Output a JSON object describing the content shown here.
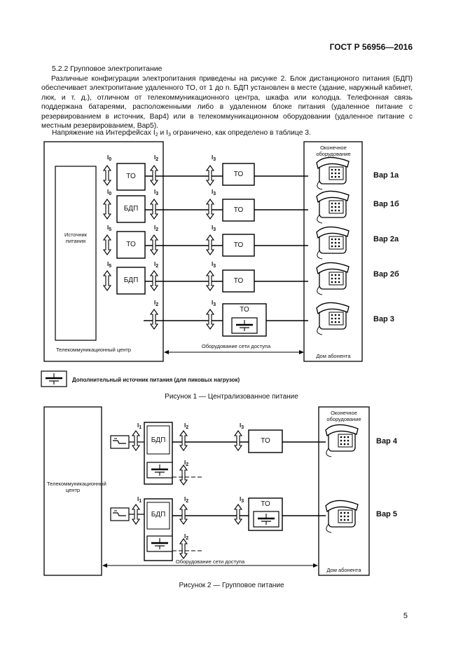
{
  "header": {
    "standard": "ГОСТ Р 56956—2016"
  },
  "section": {
    "title": "5.2.2 Групповое электропитание"
  },
  "paragraph1": "Различные конфигурации электропитания приведены на рисунке 2. Блок дистанционого питания (БДП) обеспечивает электропитание удаленного ТО, от 1 до n. БДП установлен в месте (здание, наружный кабинет, люк, и т. д.), отличном от телекоммуникационного центра, шкафа или колодца. Телефонная связь поддержана батареями, расположенными либо в удаленном блоке питания (удаленное питание с резервированием в источник, Вар4) или в телекоммуникационном оборудовании (удаленное питание с местным резервированием, Вар5).",
  "paragraph2": {
    "before": "Напряжение на Интерфейсах I",
    "sub1": "2",
    "mid": " и I",
    "sub2": "3",
    "after": " ограничено, как определено в таблице 3."
  },
  "figure1": {
    "source_label": "Источник питания",
    "center_label": "Телекоммуникационный центр",
    "terminal_label": "Оконечное оборудование",
    "access_label": "Оборудование сети доступа",
    "subscriber_label": "Дом абонента",
    "box_to": "ТО",
    "box_bdp": "БДП",
    "i0": "I0",
    "i2": "I2",
    "i3": "I3",
    "i5": "I5",
    "variants": [
      "Вар 1а",
      "Вар 1б",
      "Вар 2а",
      "Вар 2б",
      "Вар 3"
    ],
    "legend": "Дополнительный источник питания (для пиковых нагрузок)",
    "caption": "Рисунок 1 — Централизованное питание"
  },
  "figure2": {
    "center_label": "Телекоммуникационный центр",
    "terminal_label": "Оконечное оборудование",
    "access_label": "Оборудование сети доступа",
    "subscriber_label": "Дом абонента",
    "box_to": "ТО",
    "box_bdp": "БДП",
    "i1": "I1",
    "i2": "I2",
    "i3": "I3",
    "variants": [
      "Вар 4",
      "Вар 5"
    ],
    "caption": "Рисунок 2 — Групповое питание"
  },
  "page_number": "5"
}
